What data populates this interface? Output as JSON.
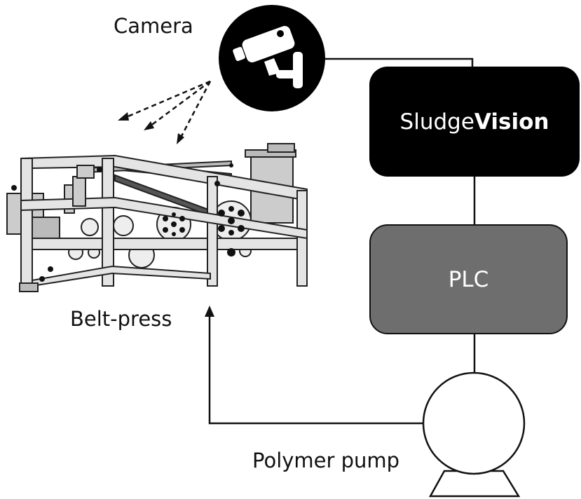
{
  "labels": {
    "camera": "Camera",
    "belt_press": "Belt-press",
    "polymer_pump": "Polymer pump"
  },
  "sludgevision": {
    "prefix": "Sludge",
    "suffix": "Vision"
  },
  "plc": {
    "label": "PLC"
  },
  "icons": {
    "camera": "security-camera-icon",
    "belt_press": "belt-press-machine-icon",
    "pump": "pump-icon"
  },
  "colors": {
    "sludgevision_box": "#000000",
    "plc_box": "#6e6e6e"
  }
}
